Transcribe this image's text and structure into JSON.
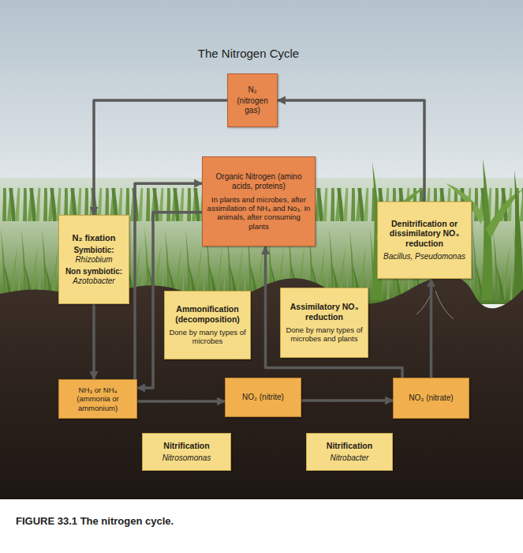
{
  "diagram": {
    "title": "The Nitrogen Cycle",
    "caption": "FIGURE 33.1 The nitrogen cycle.",
    "nodes": [
      {
        "text": [
          "N₂",
          "(nitrogen gas)"
        ]
      },
      {
        "text": [
          "Organic Nitrogen (amino acids, proteins)",
          "In plants and microbes, after assimilation of NH₄ and No₃. In animals, after consuming plants"
        ]
      },
      {
        "text": [
          "N₂ fixation",
          "Symbiotic:",
          "Rhizobium",
          "Non symbiotic:",
          "Azotobacter"
        ]
      },
      {
        "text": [
          "Denitrification or dissimilatory NO₃ reduction",
          "Bacillus, Pseudomonas"
        ]
      },
      {
        "text": [
          "Ammonification (decomposition)",
          "Done by many types of microbes"
        ]
      },
      {
        "text": [
          "Assimilatory NO₃ reduction",
          "Done by many types of microbes and plants"
        ]
      },
      {
        "text": [
          "NH₃ or NH₄ (ammonia or ammonium)"
        ]
      },
      {
        "text": [
          "NO₂ (nitrite)"
        ]
      },
      {
        "text": [
          "NO₃ (nitrate)"
        ]
      },
      {
        "text": [
          "Nitrification",
          "Nitrosomonas"
        ]
      },
      {
        "text": [
          "Nitrification",
          "Nitrobacter"
        ]
      }
    ],
    "edges": [
      {
        "from": 0,
        "to": 2,
        "arrow": "to"
      },
      {
        "from": 3,
        "to": 0,
        "arrow": "to"
      },
      {
        "from": 2,
        "to": 6,
        "arrow": "to"
      },
      {
        "from": 6,
        "to": 1,
        "arrow": "to"
      },
      {
        "from": 1,
        "to": 6,
        "arrow": "to"
      },
      {
        "from": 6,
        "to": 7,
        "arrow": "to"
      },
      {
        "from": 7,
        "to": 8,
        "arrow": "to"
      },
      {
        "from": 8,
        "to": 1,
        "arrow": "to"
      },
      {
        "from": 8,
        "to": 3,
        "arrow": "to"
      }
    ]
  }
}
